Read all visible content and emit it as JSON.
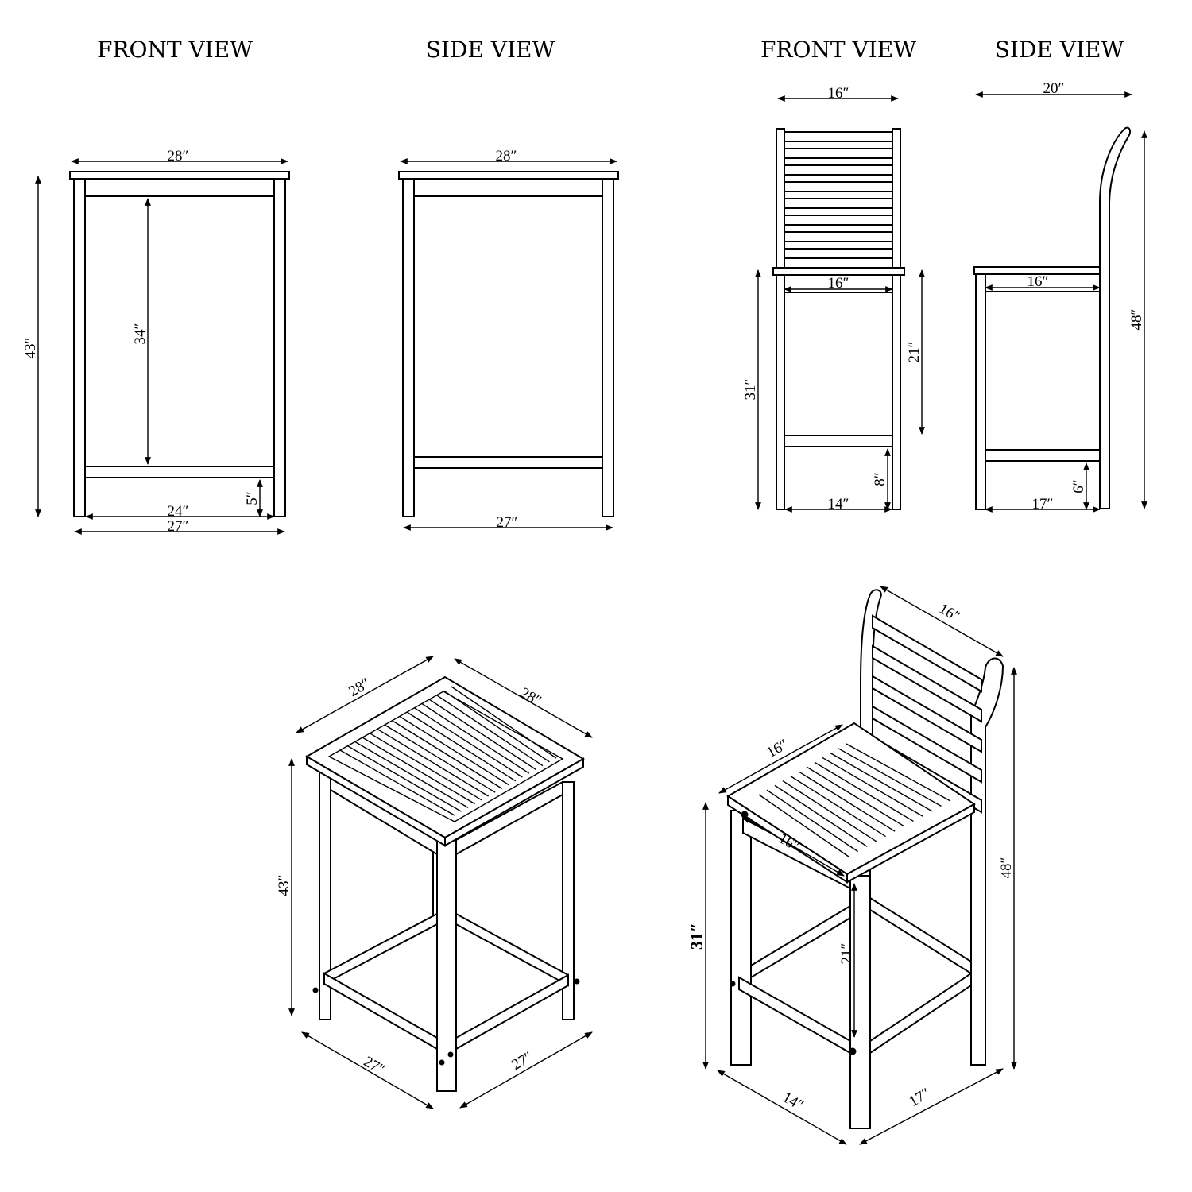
{
  "views": {
    "table_front": "FRONT VIEW",
    "table_side": "SIDE VIEW",
    "chair_front": "FRONT VIEW",
    "chair_side": "SIDE VIEW"
  },
  "dims": {
    "table_front_top": "28″",
    "table_front_height": "43″",
    "table_front_clear": "34″",
    "table_front_rail": "5″",
    "table_front_inner": "24″",
    "table_front_base": "27″",
    "table_side_top": "28″",
    "table_side_base": "27″",
    "chair_front_top": "16″",
    "chair_front_seat": "16″",
    "chair_front_height": "31″",
    "chair_front_apron": "21″",
    "chair_front_rail": "8″",
    "chair_front_base": "14″",
    "chair_side_top": "20″",
    "chair_side_seat": "16″",
    "chair_side_height": "48″",
    "chair_side_rail": "6″",
    "chair_side_base": "17″",
    "iso_table_top_left": "28″",
    "iso_table_top_right": "28″",
    "iso_table_height": "43″",
    "iso_table_base_left": "27″",
    "iso_table_base_right": "27″",
    "iso_chair_back": "16″",
    "iso_chair_seat": "16″",
    "iso_chair_seat_inner": "16″",
    "iso_chair_height": "48″",
    "iso_chair_seat_height": "31″",
    "iso_chair_apron": "21″",
    "iso_chair_base_left": "14″",
    "iso_chair_base_right": "17″"
  }
}
